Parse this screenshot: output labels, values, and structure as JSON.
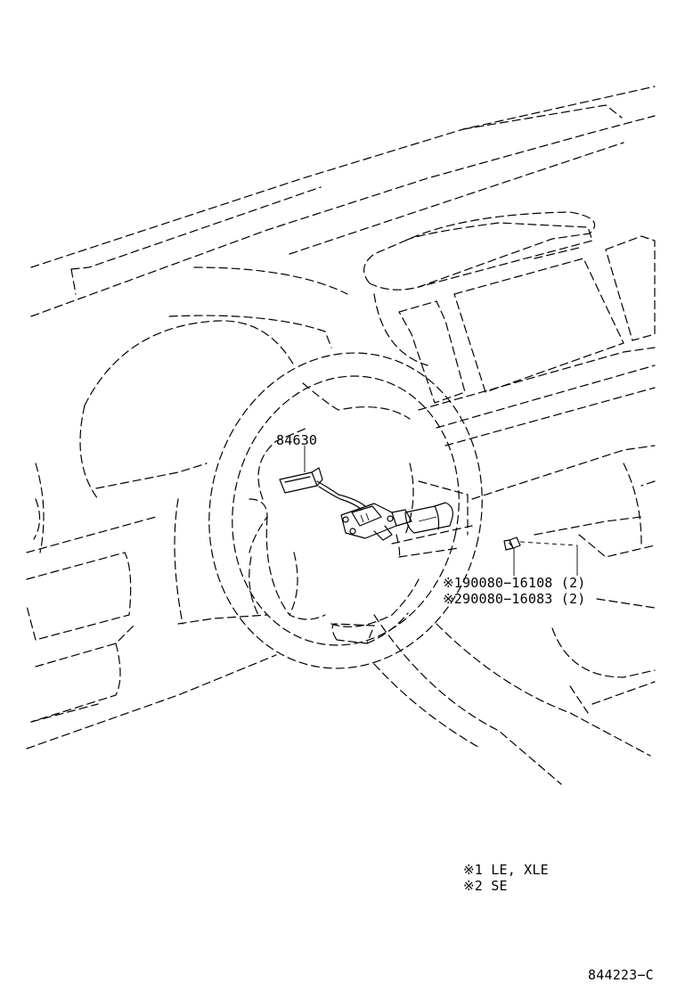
{
  "callouts": {
    "switch_part": "84630",
    "screw_part_1": "※190080−16108 (2)",
    "screw_part_2": "※290080−16083 (2)"
  },
  "legend": {
    "note_1": "※1 LE, XLE",
    "note_2": "※2 SE"
  },
  "figure_code": "844223−C"
}
